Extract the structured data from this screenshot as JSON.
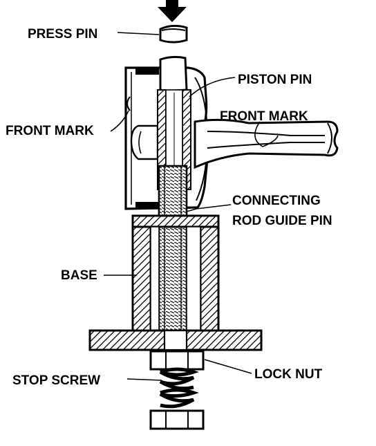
{
  "labels": {
    "press_pin": "PRESS PIN",
    "piston_pin": "PISTON PIN",
    "front_mark_left": "FRONT MARK",
    "front_mark_right": "FRONT MARK",
    "connecting_rod_guide_pin_line1": "CONNECTING",
    "connecting_rod_guide_pin_line2": "ROD GUIDE PIN",
    "base": "BASE",
    "lock_nut": "LOCK NUT",
    "stop_screw": "STOP SCREW"
  },
  "colors": {
    "ink": "#000000",
    "paper": "#ffffff"
  }
}
